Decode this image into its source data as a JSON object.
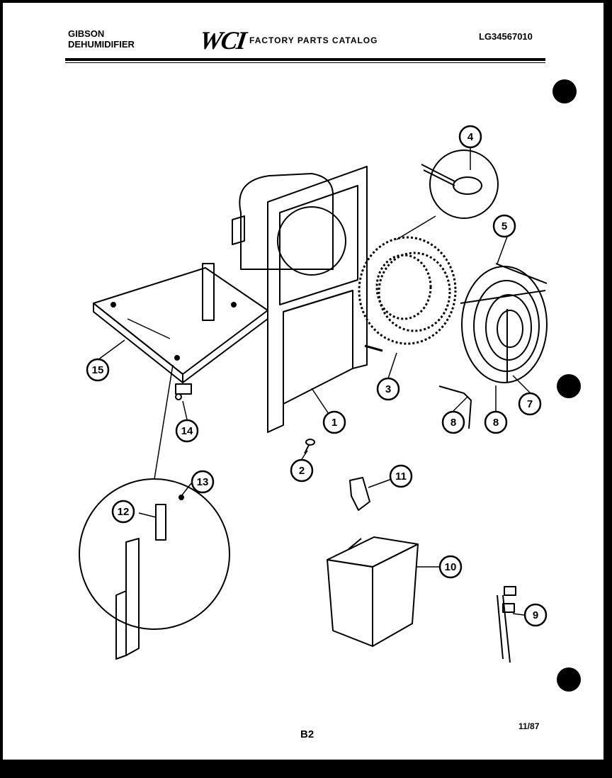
{
  "header": {
    "brand_line1": "GIBSON",
    "brand_line2": "DEHUMIDIFIER",
    "logo_text": "WCI",
    "catalog_title": "FACTORY PARTS CATALOG",
    "model_number": "LG34567010"
  },
  "footer": {
    "page_code": "B2",
    "date_code": "11/87"
  },
  "callouts": [
    {
      "id": "callout-1",
      "label": "1"
    },
    {
      "id": "callout-2",
      "label": "2"
    },
    {
      "id": "callout-3",
      "label": "3"
    },
    {
      "id": "callout-4",
      "label": "4"
    },
    {
      "id": "callout-5",
      "label": "5"
    },
    {
      "id": "callout-6",
      "label": "8"
    },
    {
      "id": "callout-7",
      "label": "7"
    },
    {
      "id": "callout-8",
      "label": "8"
    },
    {
      "id": "callout-9",
      "label": "9"
    },
    {
      "id": "callout-10",
      "label": "10"
    },
    {
      "id": "callout-11",
      "label": "11"
    },
    {
      "id": "callout-12",
      "label": "12"
    },
    {
      "id": "callout-13",
      "label": "13"
    },
    {
      "id": "callout-14",
      "label": "14"
    },
    {
      "id": "callout-15",
      "label": "15"
    }
  ]
}
